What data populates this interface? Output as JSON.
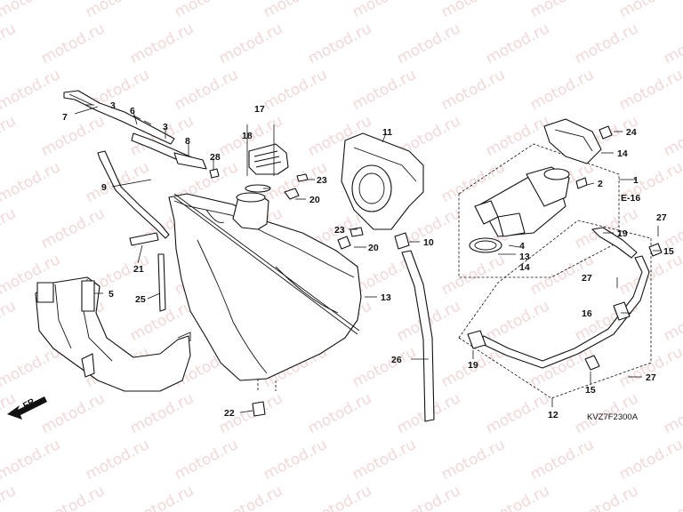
{
  "diagram": {
    "watermark_text": "motod.ru",
    "drawing_code": "KVZ7F2300A",
    "section_ref": "E-16",
    "direction_label": "FR.",
    "callouts": {
      "c1": "1",
      "c2": "2",
      "c3a": "3",
      "c3b": "3",
      "c4": "4",
      "c5": "5",
      "c6": "6",
      "c7": "7",
      "c8": "8",
      "c9": "9",
      "c10": "10",
      "c11": "11",
      "c12": "12",
      "c13a": "13",
      "c13b": "13",
      "c14a": "14",
      "c14b": "14",
      "c15a": "15",
      "c15b": "15",
      "c16": "16",
      "c17": "17",
      "c18": "18",
      "c19a": "19",
      "c19b": "19",
      "c20a": "20",
      "c20b": "20",
      "c21": "21",
      "c22": "22",
      "c23a": "23",
      "c23b": "23",
      "c24": "24",
      "c25": "25",
      "c26": "26",
      "c27a": "27",
      "c27b": "27",
      "c27c": "27",
      "c28": "28"
    }
  }
}
